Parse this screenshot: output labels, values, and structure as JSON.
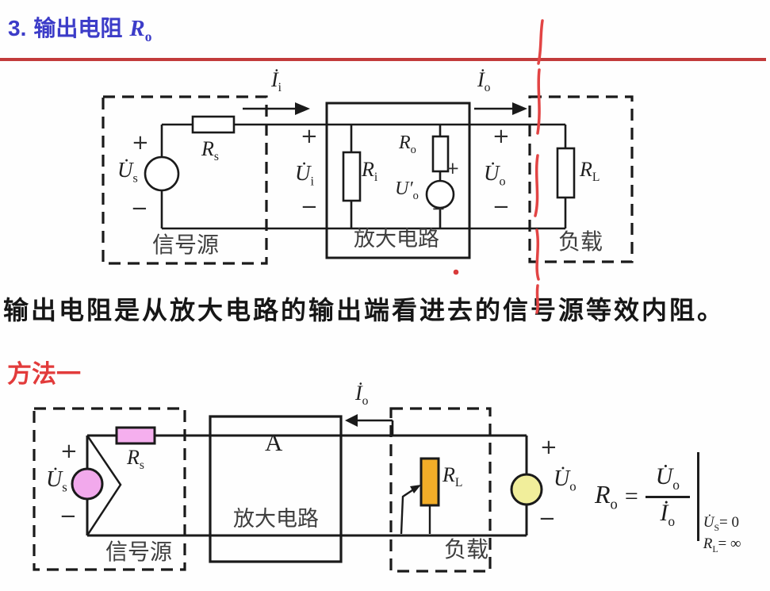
{
  "colors": {
    "title_blue": "#3C3CC8",
    "divider_red": "#C23B3B",
    "annotation_red": "#E24444",
    "method_red": "#E23B3B",
    "pink_fill": "#F5AFEE",
    "orange_fill": "#F2AD28",
    "yellow_fill": "#F1EE9B"
  },
  "title": {
    "number": "3.",
    "zh": "输出电阻",
    "sym": "R",
    "sub": "o"
  },
  "description": "输出电阻是从放大电路的输出端看进去的信号源等效内阻。",
  "method_label": "方法一",
  "signs": {
    "plus": "+",
    "minus": "−"
  },
  "d1": {
    "source_box": "信号源",
    "amp_box": "放大电路",
    "load_box": "负载",
    "us": {
      "sym": "U̇",
      "sub": "s"
    },
    "rs": {
      "sym": "R",
      "sub": "s"
    },
    "ii": {
      "sym": "İ",
      "sub": "i"
    },
    "ui": {
      "sym": "U̇",
      "sub": "i"
    },
    "ri": {
      "sym": "R",
      "sub": "i"
    },
    "ro": {
      "sym": "R",
      "sub": "o"
    },
    "uop": {
      "sym": "U′",
      "sub": "o"
    },
    "io": {
      "sym": "İ",
      "sub": "o"
    },
    "uo": {
      "sym": "U̇",
      "sub": "o"
    },
    "rl": {
      "sym": "R",
      "sub": "L"
    }
  },
  "d2": {
    "source_box": "信号源",
    "amp_letter": "A",
    "amp_box": "放大电路",
    "load_box": "负载",
    "us": {
      "sym": "U̇",
      "sub": "s"
    },
    "rs": {
      "sym": "R",
      "sub": "s"
    },
    "io": {
      "sym": "İ",
      "sub": "o"
    },
    "rl": {
      "sym": "R",
      "sub": "L"
    },
    "uo": {
      "sym": "U̇",
      "sub": "o"
    }
  },
  "formula": {
    "lhs": {
      "sym": "R",
      "sub": "o"
    },
    "equals": "=",
    "num": {
      "sym": "U̇",
      "sub": "o"
    },
    "den": {
      "sym": "İ",
      "sub": "o"
    },
    "cond1": {
      "sym": "U̇",
      "sub": "S",
      "val": "= 0"
    },
    "cond2": {
      "sym": "R",
      "sub": "L",
      "val": "= ∞"
    }
  }
}
